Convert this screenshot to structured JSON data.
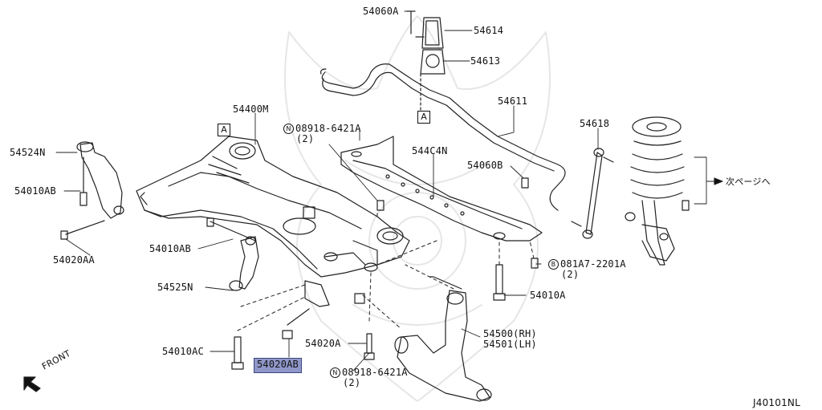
{
  "parts": {
    "p54060A": "54060A",
    "p54614": "54614",
    "p54613": "54613",
    "p54611": "54611",
    "p54400M": "54400M",
    "p08918_top_code": "08918-6421A",
    "p08918_top_qty": "(2)",
    "p544C4N": "544C4N",
    "p54618": "54618",
    "p54524N": "54524N",
    "p54060B": "54060B",
    "p54010AB_left": "54010AB",
    "p54020AA": "54020AA",
    "p54010AB_mid": "54010AB",
    "p081A7_code": "081A7-2201A",
    "p081A7_qty": "(2)",
    "p54525N": "54525N",
    "p54010A": "54010A",
    "p54500": "54500(RH)",
    "p54501": "54501(LH)",
    "p54010AC": "54010AC",
    "p54020A": "54020A",
    "p54020AB": "54020AB",
    "p08918_bot_code": "08918-6421A",
    "p08918_bot_qty": "(2)"
  },
  "markers": {
    "ref_a": "A",
    "nut_symbol": "N",
    "bolt_symbol": "B"
  },
  "nav": {
    "front": "FRONT",
    "next_page": "次ページへ"
  },
  "diagram_id": "J40101NL",
  "colors": {
    "highlight": "#8f97c9",
    "line": "#111111"
  }
}
